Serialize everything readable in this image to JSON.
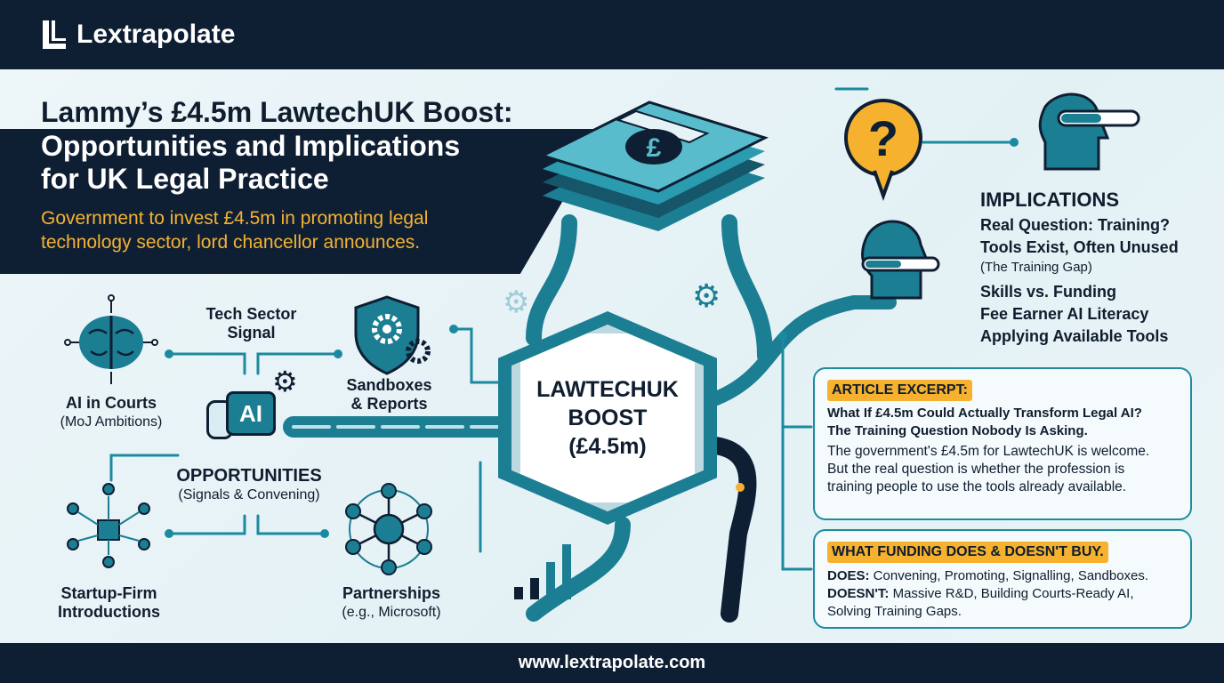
{
  "brand": {
    "name": "Lextrapolate",
    "url": "www.lextrapolate.com"
  },
  "title": {
    "line1": "Lammy’s £4.5m LawtechUK Boost:",
    "line2": "Opportunities and Implications",
    "line3": "for UK Legal Practice"
  },
  "subtitle": "Government to invest £4.5m in promoting legal technology sector, lord chancellor announces.",
  "center": {
    "line1": "LAWTECHUK",
    "line2": "BOOST",
    "line3": "(£4.5m)",
    "money_symbol": "£"
  },
  "opportunities": {
    "title": "OPPORTUNITIES",
    "subtitle": "(Signals & Convening)",
    "ai_icon_label": "AI",
    "items": [
      {
        "label": "AI in Courts",
        "sub": "(MoJ Ambitions)"
      },
      {
        "label": "Tech Sector",
        "sub": "Signal"
      },
      {
        "label": "Sandboxes",
        "sub": "& Reports"
      },
      {
        "label": "Startup-Firm",
        "sub": "Introductions"
      },
      {
        "label": "Partnerships",
        "sub": "(e.g., Microsoft)"
      }
    ]
  },
  "implications": {
    "title": "IMPLICATIONS",
    "items": [
      "Real Question: Training?",
      "Tools Exist, Often Unused",
      "(The Training Gap)",
      "Skills vs. Funding",
      "Fee Earner AI Literacy",
      "Applying Available Tools"
    ]
  },
  "excerpt": {
    "badge": "ARTICLE EXCERPT:",
    "headline1": "What If £4.5m Could Actually Transform Legal AI?",
    "headline2": "The Training Question Nobody Is Asking.",
    "body": "The government's £4.5m for LawtechUK is welcome. But the real question is whether the profession is training people to use the tools already available."
  },
  "funding": {
    "badge": "WHAT FUNDING DOES & DOESN'T BUY.",
    "does_label": "DOES:",
    "does": " Convening, Promoting, Signalling, Sandboxes.",
    "doesnt_label": "DOESN'T:",
    "doesnt": " Massive R&D, Building Courts-Ready AI, Solving Training Gaps."
  },
  "colors": {
    "navy": "#0f1f33",
    "teal": "#1b7e93",
    "amber": "#f6b12e"
  }
}
